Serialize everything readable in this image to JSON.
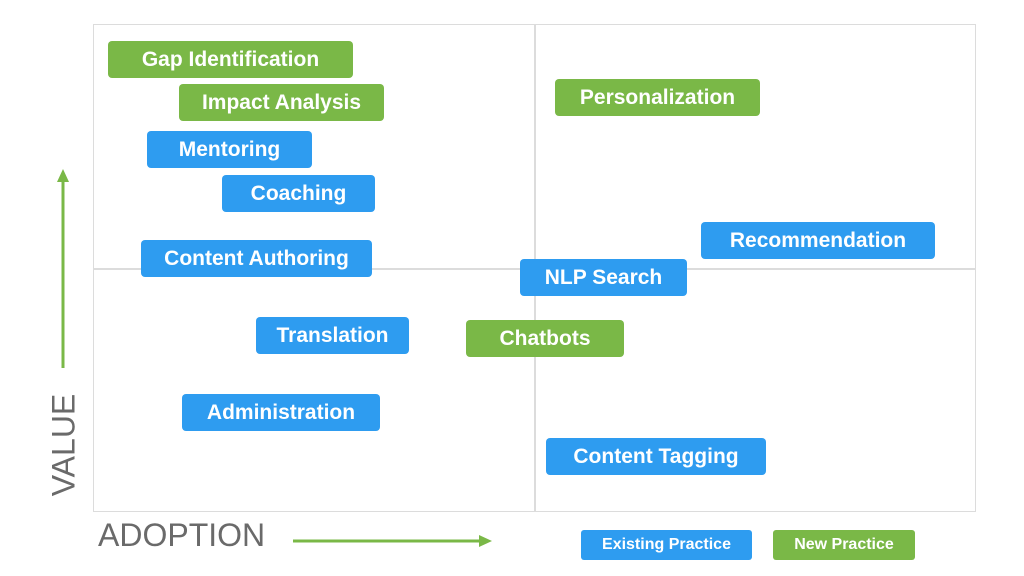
{
  "axes": {
    "x_label": "ADOPTION",
    "y_label": "VALUE"
  },
  "colors": {
    "existing": "#2e9cf0",
    "new": "#7ab847",
    "axis_arrow": "#7ab847",
    "grid": "#dcdcdc",
    "axis_text": "#6a6a6a"
  },
  "items": [
    {
      "label": "Gap Identification",
      "type": "new"
    },
    {
      "label": "Impact Analysis",
      "type": "new"
    },
    {
      "label": "Mentoring",
      "type": "existing"
    },
    {
      "label": "Coaching",
      "type": "existing"
    },
    {
      "label": "Content Authoring",
      "type": "existing"
    },
    {
      "label": "Personalization",
      "type": "new"
    },
    {
      "label": "Recommendation",
      "type": "existing"
    },
    {
      "label": "NLP Search",
      "type": "existing"
    },
    {
      "label": "Translation",
      "type": "existing"
    },
    {
      "label": "Chatbots",
      "type": "new"
    },
    {
      "label": "Administration",
      "type": "existing"
    },
    {
      "label": "Content Tagging",
      "type": "existing"
    }
  ],
  "legend": {
    "existing": "Existing Practice",
    "new": "New Practice"
  }
}
